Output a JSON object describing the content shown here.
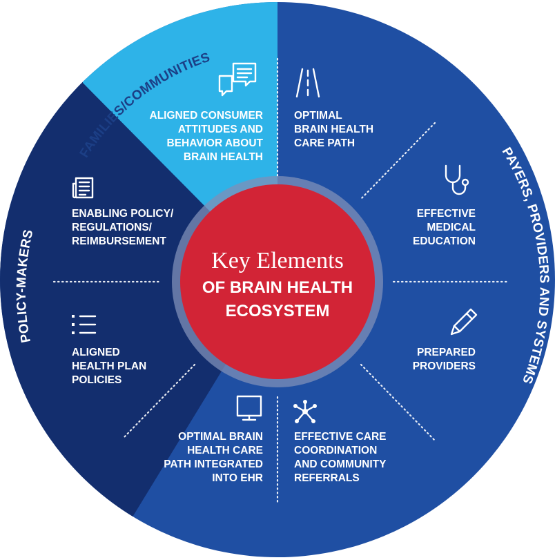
{
  "center": {
    "line1": "Key Elements",
    "line2": "OF BRAIN HEALTH",
    "line3": "ECOSYSTEM"
  },
  "rings": {
    "families": "FAMILIES/COMMUNITIES",
    "payers": "PAYERS, PROVIDERS AND SYSTEMS",
    "policy": "POLICY-MAKERS"
  },
  "elements": {
    "consumer": [
      "ALIGNED CONSUMER",
      "ATTITUDES AND",
      "BEHAVIOR ABOUT",
      "BRAIN HEALTH"
    ],
    "care_path": [
      "OPTIMAL",
      "BRAIN HEALTH",
      "CARE PATH"
    ],
    "education": [
      "EFFECTIVE",
      "MEDICAL",
      "EDUCATION"
    ],
    "providers": [
      "PREPARED",
      "PROVIDERS"
    ],
    "coordination": [
      "EFFECTIVE CARE",
      "COORDINATION",
      "AND COMMUNITY",
      "REFERRALS"
    ],
    "ehr": [
      "OPTIMAL BRAIN",
      "HEALTH CARE",
      "PATH INTEGRATED",
      "INTO EHR"
    ],
    "health_plan": [
      "ALIGNED",
      "HEALTH PLAN",
      "POLICIES"
    ],
    "policy": [
      "ENABLING POLICY/",
      "REGULATIONS/",
      "REIMBURSEMENT"
    ]
  },
  "colors": {
    "light_blue": "#2eb3e8",
    "mid_blue": "#1f4fa3",
    "dark_blue": "#132e6e",
    "red": "#d22436",
    "ring_halo": "#7f8fb8"
  },
  "icons": {
    "consumer": "chat-bubbles-icon",
    "care_path": "road-icon",
    "education": "stethoscope-icon",
    "providers": "pencil-icon",
    "coordination": "network-icon",
    "ehr": "monitor-icon",
    "health_plan": "checklist-icon",
    "policy": "newspaper-icon"
  }
}
